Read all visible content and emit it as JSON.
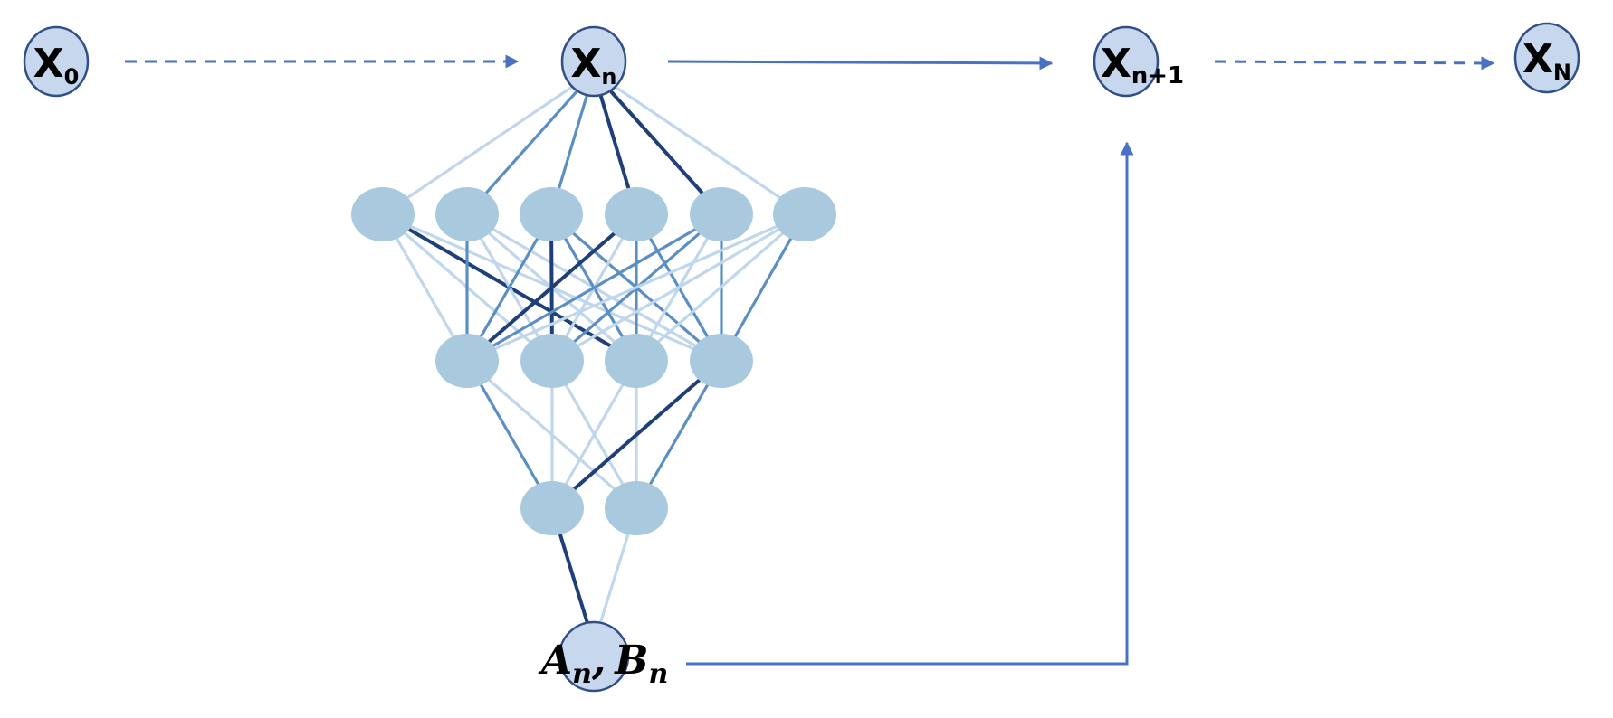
{
  "colors": {
    "arrow": "#4a72c4",
    "state_fill": "#c6d7ee",
    "state_stroke": "#2f4f86",
    "neuron_fill": "#a9c9df",
    "edge_dark": "#1f3f78",
    "edge_mid": "#5b8fc4",
    "edge_light": "#bfd6ec"
  },
  "states": {
    "x0": {
      "base": "X",
      "sub": "0"
    },
    "xn": {
      "base": "X",
      "sub": "n"
    },
    "xn1": {
      "base": "X",
      "sub": "n+1"
    },
    "xN": {
      "base": "X",
      "sub": "N"
    }
  },
  "output_node": {
    "a": "A",
    "a_sub": "n",
    "sep": ",",
    "b": "B",
    "b_sub": "n"
  },
  "network": {
    "layers": [
      6,
      4,
      2
    ],
    "connection_weights": {
      "input_to_h1": [
        0.15,
        0.6,
        0.45,
        0.85,
        0.9,
        0.3
      ],
      "h1_to_h2": [
        [
          0.3,
          0.25,
          0.9,
          0.2
        ],
        [
          0.7,
          0.3,
          0.2,
          0.25
        ],
        [
          0.4,
          0.85,
          0.7,
          0.5
        ],
        [
          0.85,
          0.25,
          0.6,
          0.4
        ],
        [
          0.6,
          0.4,
          0.3,
          0.55
        ],
        [
          0.2,
          0.3,
          0.25,
          0.55
        ]
      ],
      "h2_to_h3": [
        [
          0.55,
          0.3
        ],
        [
          0.2,
          0.3
        ],
        [
          0.15,
          0.2
        ],
        [
          0.9,
          0.55
        ]
      ],
      "h3_to_output": [
        0.9,
        0.15
      ]
    }
  }
}
